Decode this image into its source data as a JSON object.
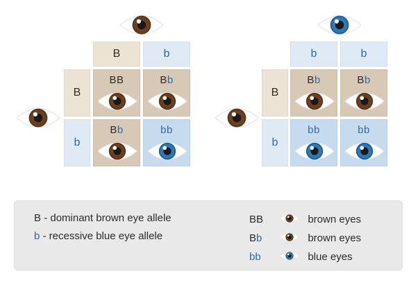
{
  "left_square": {
    "top_parent_eye": "brown",
    "side_parent_eye": "brown",
    "col_headers": [
      "B",
      "b"
    ],
    "row_headers": [
      "B",
      "b"
    ],
    "cells": [
      {
        "genotype_dom": "BB",
        "genotype_rec": "",
        "eye": "brown"
      },
      {
        "genotype_dom": "B",
        "genotype_rec": "b",
        "eye": "brown"
      },
      {
        "genotype_dom": "B",
        "genotype_rec": "b",
        "eye": "brown"
      },
      {
        "genotype_dom": "",
        "genotype_rec": "bb",
        "eye": "blue"
      }
    ]
  },
  "right_square": {
    "top_parent_eye": "blue",
    "side_parent_eye": "brown",
    "col_headers": [
      "b",
      "b"
    ],
    "row_headers": [
      "B",
      "b"
    ],
    "cells": [
      {
        "genotype_dom": "B",
        "genotype_rec": "b",
        "eye": "brown"
      },
      {
        "genotype_dom": "B",
        "genotype_rec": "b",
        "eye": "brown"
      },
      {
        "genotype_dom": "",
        "genotype_rec": "bb",
        "eye": "blue"
      },
      {
        "genotype_dom": "",
        "genotype_rec": "bb",
        "eye": "blue"
      }
    ]
  },
  "legend": {
    "alleles": [
      {
        "symbol": "B",
        "text": "- dominant brown eye allele"
      },
      {
        "symbol": "b",
        "text": "- recessive blue eye allele"
      }
    ],
    "phenotypes": [
      {
        "genotype_dom": "BB",
        "genotype_rec": "",
        "eye": "brown",
        "label": "brown eyes"
      },
      {
        "genotype_dom": "B",
        "genotype_rec": "b",
        "eye": "brown",
        "label": "brown eyes"
      },
      {
        "genotype_dom": "",
        "genotype_rec": "bb",
        "eye": "blue",
        "label": "blue eyes"
      }
    ]
  },
  "colors": {
    "brown_iris": "#5a3418",
    "blue_iris": "#2a6fad",
    "dominant_text": "#2f2a26",
    "recessive_text": "#2c6aa6"
  }
}
